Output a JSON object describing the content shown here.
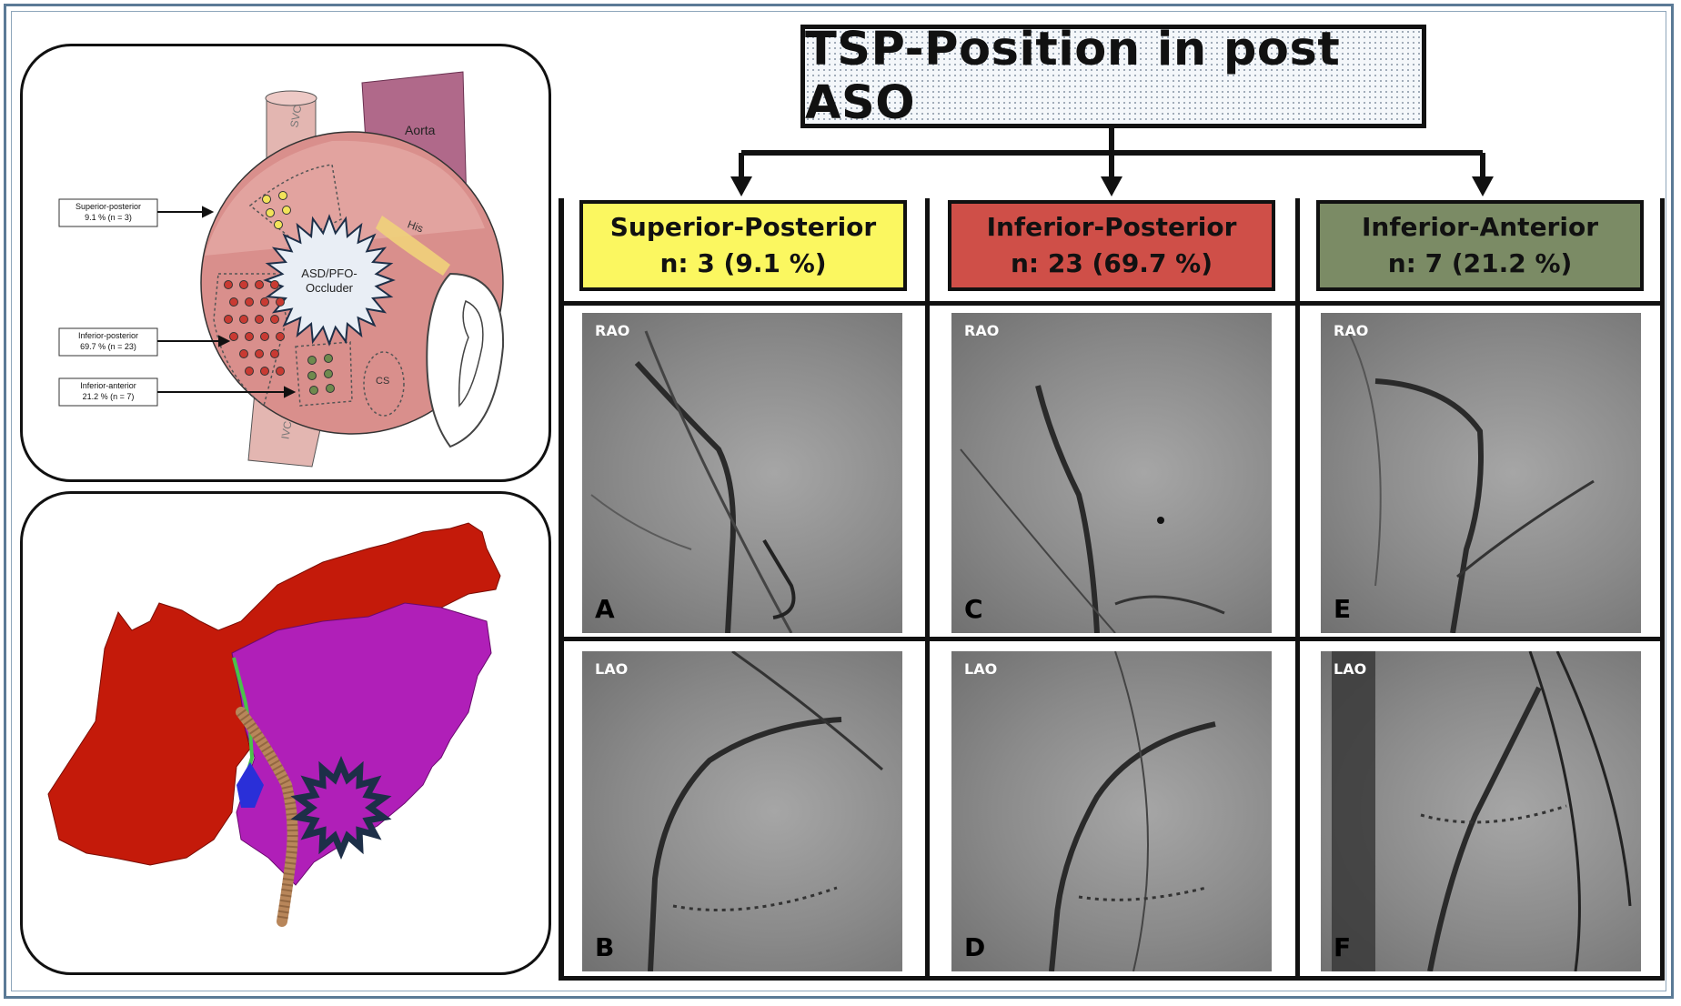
{
  "title": "TSP-Position in post ASO",
  "categories": [
    {
      "name": "Superior-Posterior",
      "count": "n: 3 (9.1 %)",
      "color": "#fbf760"
    },
    {
      "name": "Inferior-Posterior",
      "count": "n: 23 (69.7 %)",
      "color": "#cf4f48"
    },
    {
      "name": "Inferior-Anterior",
      "count": "n: 7 (21.2 %)",
      "color": "#7b8b65"
    }
  ],
  "fluoroscopy": [
    {
      "view": "RAO",
      "letter": "A"
    },
    {
      "view": "LAO",
      "letter": "B"
    },
    {
      "view": "RAO",
      "letter": "C"
    },
    {
      "view": "LAO",
      "letter": "D"
    },
    {
      "view": "RAO",
      "letter": "E"
    },
    {
      "view": "LAO",
      "letter": "F"
    }
  ],
  "schematic": {
    "svc": "SVC",
    "ivc": "IVC",
    "aorta": "Aorta",
    "his": "His",
    "cs": "CS",
    "occluder_line1": "ASD/PFO-",
    "occluder_line2": "Occluder",
    "labels": [
      {
        "line1": "Superior-posterior",
        "line2": "9.1 % (n = 3)"
      },
      {
        "line1": "Inferior-posterior",
        "line2": "69.7 % (n = 23)"
      },
      {
        "line1": "Inferior-anterior",
        "line2": "21.2 % (n = 7)"
      }
    ]
  },
  "colors": {
    "atrium": "#d98f8c",
    "aorta": "#b0698a",
    "map_red": "#c41a0a",
    "map_magenta": "#b01fb8",
    "occluder_star": "#1d2f48"
  }
}
